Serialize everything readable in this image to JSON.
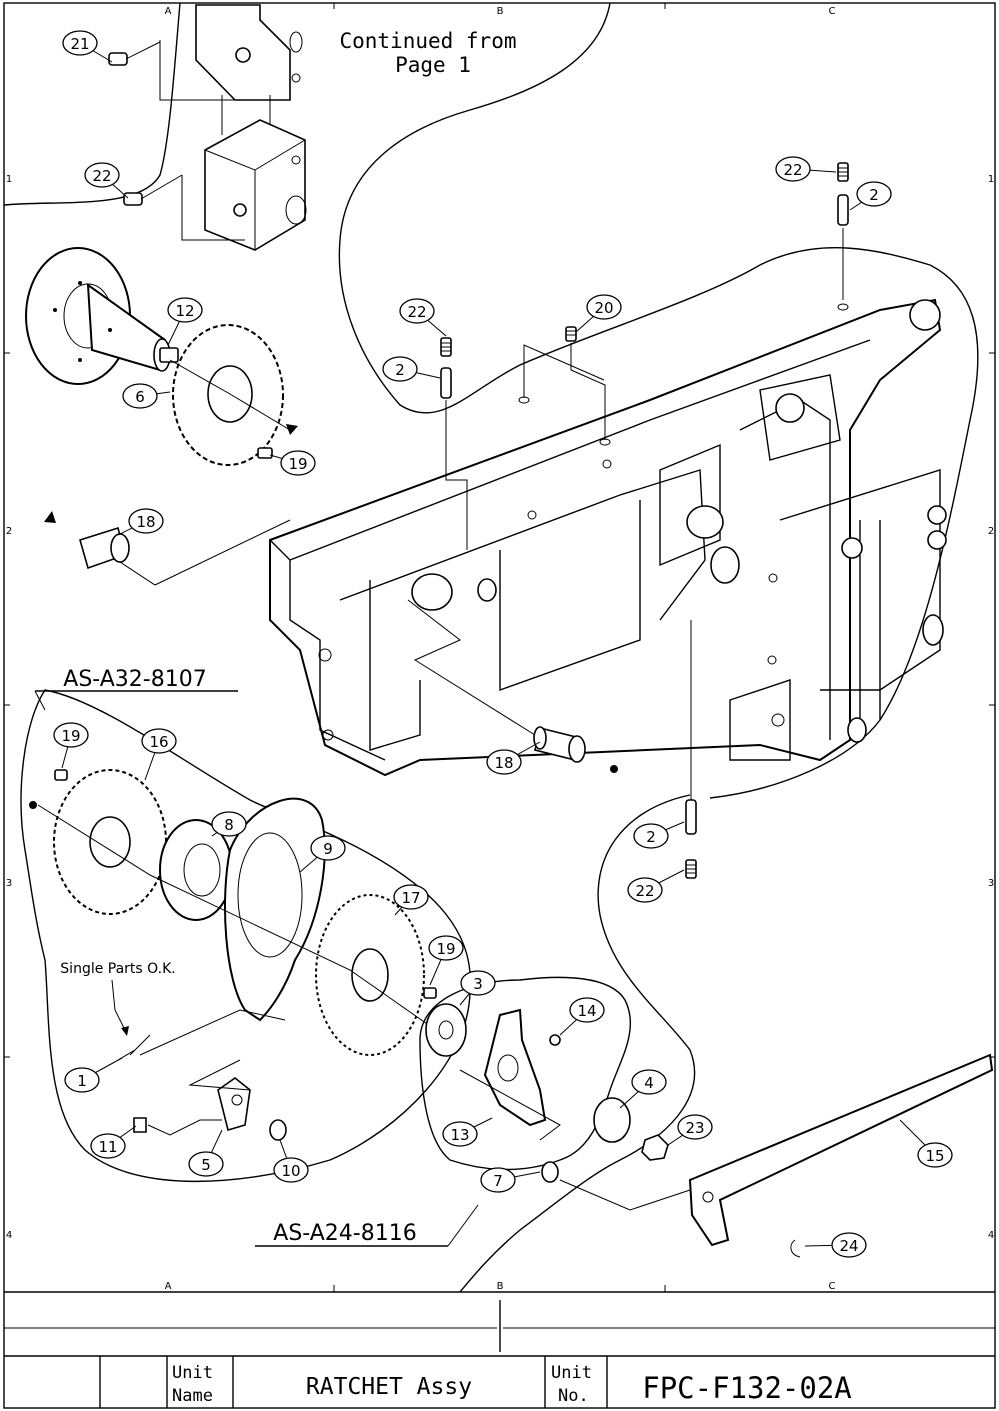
{
  "drawing": {
    "continued_note": [
      "Continued from",
      "Page 1"
    ],
    "subassemblies": [
      "AS-A32-8107",
      "AS-A24-8116"
    ],
    "single_parts_note": "Single Parts O.K.",
    "zone_columns": [
      "A",
      "B",
      "C"
    ],
    "zone_rows": [
      "1",
      "2",
      "3",
      "4"
    ]
  },
  "callouts": [
    "21",
    "22",
    "12",
    "6",
    "19",
    "18",
    "22",
    "2",
    "20",
    "22",
    "2",
    "18",
    "19",
    "16",
    "8",
    "9",
    "17",
    "19",
    "3",
    "14",
    "4",
    "23",
    "13",
    "7",
    "15",
    "24",
    "1",
    "11",
    "5",
    "10",
    "2",
    "22"
  ],
  "title_block": {
    "unit_name_label": [
      "Unit",
      "Name"
    ],
    "unit_name": "RATCHET Assy",
    "unit_no_label": [
      "Unit",
      "No."
    ],
    "unit_no": "FPC-F132-02A"
  }
}
